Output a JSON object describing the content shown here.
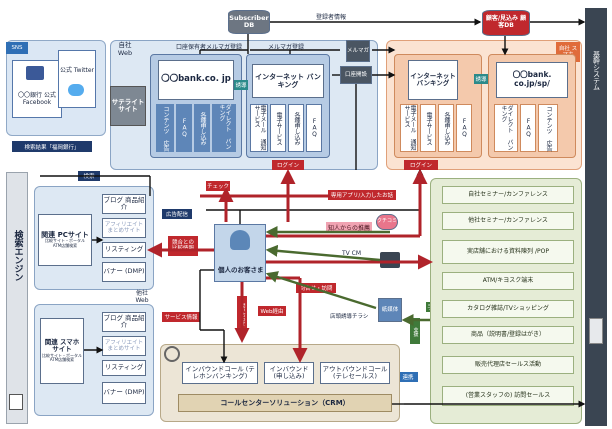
{
  "core_system": "基幹システム",
  "search_engine": "検索エンジン",
  "subscriber_db": "Subscriber DB",
  "customer_db": "顧客/見込み 顧客DB",
  "registration_info": "登録者情報",
  "sns": {
    "title": "SNS",
    "facebook": "〇〇銀行 公式Facebook",
    "twitter": "公式 Twitter"
  },
  "own_web": {
    "title": "自社 Web",
    "satellite": "サテライト サイト",
    "main_site": "〇〇bank.co. jp",
    "contents_adv": "コンテンツ 広告",
    "faq": "FAQ",
    "application": "各種申し込み",
    "direct_banking": "ダイレクト バンキング"
  },
  "member_register": "口座保有者メルマガ登録",
  "mailmag_register": "メルマガ登録",
  "mailmag": "メルマガ",
  "internet_banking": {
    "title": "インターネット バンキング",
    "email_notice": "電子メール 通知サービス",
    "e_service": "電子サービス",
    "apply": "各種申し込み",
    "faq": "FAQ"
  },
  "own_smartphone": {
    "title": "自社 スマホ",
    "main_site": "〇〇bank. co.jp/sp/",
    "ib_title": "インターネット バンキング",
    "email_notice": "電子メール 通知サービス",
    "e_service": "電子サービス",
    "apply": "各種申し込み",
    "direct_banking": "ダイレクト バンキング",
    "faq": "FAQ",
    "contents_adv": "コンテンツ 広告"
  },
  "link_label": "誘導",
  "account_login": "口座開設",
  "login": "ログイン",
  "check": "チェック",
  "app_info": "専用アプリ/入力したお話",
  "search_result": "検索結果「福岡銀行」",
  "search": "検索",
  "pc_site": {
    "title": "関連 PCサイト",
    "sub1": "比較サイト・ポータル",
    "sub2": "ATM店舗検索",
    "blog": "ブログ 商品紹介",
    "affiliate": "アフィリエイト まとめサイト",
    "listing": "リスティング",
    "banner": "バナー (DMP)"
  },
  "other_web": "他社 Web",
  "sp_site": {
    "title": "関連 スマホ サイト",
    "sub1": "比較サイト・ポータル",
    "sub2": "ATM店舗検索",
    "blog": "ブログ 商品紹介",
    "affiliate": "アフィリエイト まとめサイト",
    "listing": "リスティング",
    "banner": "バナー (DMP)"
  },
  "ad_delivery": "広告配信",
  "competitor_compare": "競合との 比較情報",
  "service_info": "サービス情報",
  "customer": "個人のお客さま",
  "inquiry_visit": "問合せ・訪問",
  "inquiry": "問い合わせ",
  "web_via": "Web経由",
  "word_of_mouth": "知人からの推薦",
  "tv_cm": "TV CM",
  "reputation": "クチコミ",
  "store_leaflet": "店頭誘導チラシ",
  "paper": "紙媒体",
  "procedure": "手配",
  "support": "支援",
  "cooperation": "連携",
  "channels": {
    "seminar_own": "自社セミナー/カンファレンス",
    "seminar_other": "他社セミナー/カンファレンス",
    "store_display": "実店舗における資料陳列 /POP",
    "atm": "ATM/キヨスク端末",
    "catalog": "カタログ雑誌/TVショッピング",
    "product": "商品（説明書/登録はがき）",
    "agency": "販売代理店セールス活動",
    "sales_visit": "(営業スタッフの) 訪問セールス"
  },
  "call_center": {
    "inbound_ib": "インバウンドコール (テレホンバンキング)",
    "inbound": "インバウンド (申し込み)",
    "outbound": "アウトバウンドコール (テレセールス)",
    "crm": "コールセンターソリューション（CRM）"
  }
}
